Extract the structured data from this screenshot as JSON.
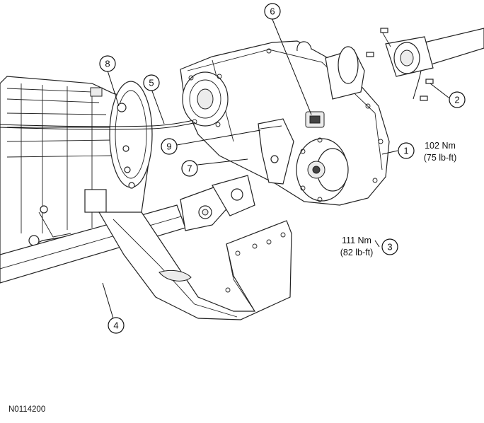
{
  "figure": {
    "id": "N0114200"
  },
  "callouts": [
    {
      "number": "1"
    },
    {
      "number": "2"
    },
    {
      "number": "3"
    },
    {
      "number": "4"
    },
    {
      "number": "5"
    },
    {
      "number": "6"
    },
    {
      "number": "7"
    },
    {
      "number": "8"
    },
    {
      "number": "9"
    }
  ],
  "torque_specs": {
    "rear_driveshaft": {
      "metric": "102 Nm",
      "imperial": "(75 lb-ft)"
    },
    "front_driveshaft": {
      "metric": "111 Nm",
      "imperial": "(82 lb-ft)"
    }
  }
}
